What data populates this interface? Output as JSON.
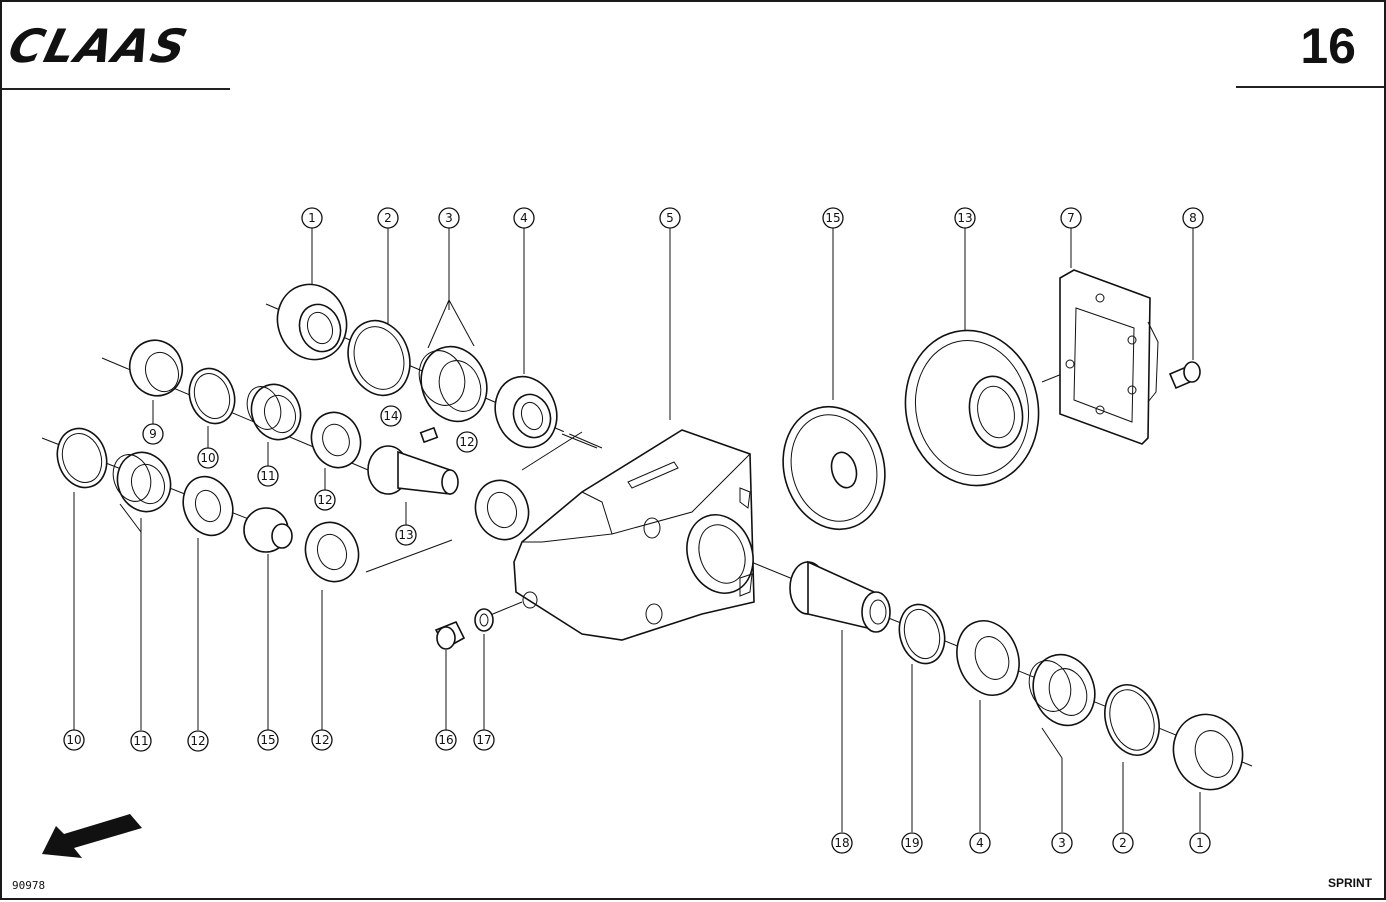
{
  "header": {
    "brand": "CLAAS",
    "page_number": "16"
  },
  "footer": {
    "doc_id": "90978",
    "model": "SPRINT"
  },
  "callouts": {
    "c_1_top": "1",
    "c_2_top": "2",
    "c_3_top": "3",
    "c_4_top": "4",
    "c_5_top": "5",
    "c_15_top": "15",
    "c_13_top": "13",
    "c_7_top": "7",
    "c_8_top": "8",
    "c_9": "9",
    "c_10_mid": "10",
    "c_11_mid": "11",
    "c_12_mid": "12",
    "c_14": "14",
    "c_12_upper": "12",
    "c_13_mid": "13",
    "c_10_bot": "10",
    "c_11_bot": "11",
    "c_12_bot_a": "12",
    "c_15_bot": "15",
    "c_12_bot_b": "12",
    "c_16": "16",
    "c_17": "17",
    "c_18": "18",
    "c_19": "19",
    "c_4_bot": "4",
    "c_3_bot": "3",
    "c_2_bot": "2",
    "c_1_bot": "1"
  }
}
